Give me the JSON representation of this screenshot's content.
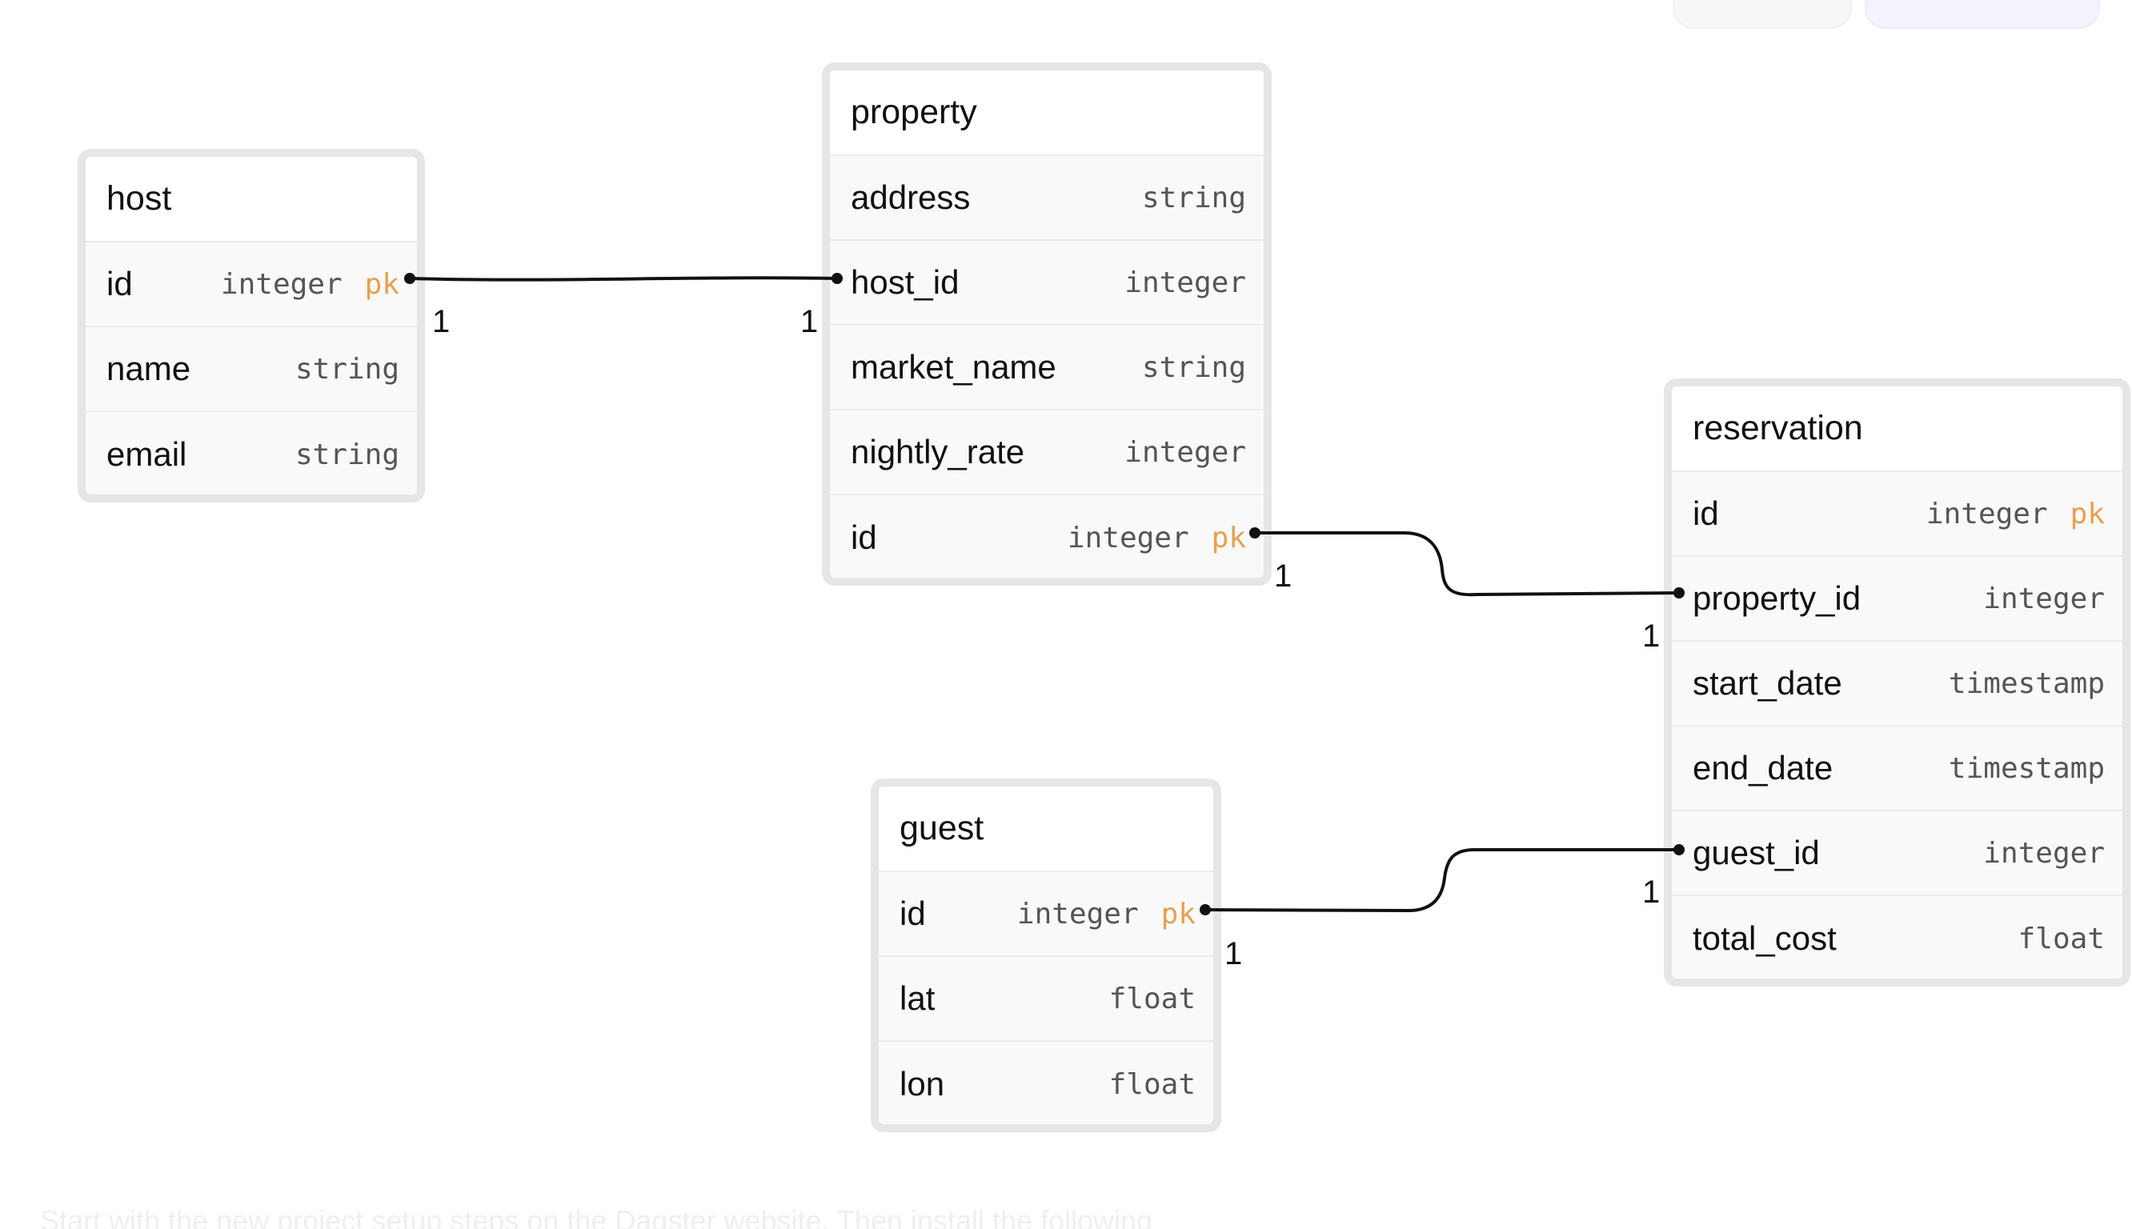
{
  "entities": {
    "host": {
      "title": "host",
      "columns": [
        {
          "name": "id",
          "type": "integer",
          "key": "pk"
        },
        {
          "name": "name",
          "type": "string",
          "key": ""
        },
        {
          "name": "email",
          "type": "string",
          "key": ""
        }
      ]
    },
    "property": {
      "title": "property",
      "columns": [
        {
          "name": "address",
          "type": "string",
          "key": ""
        },
        {
          "name": "host_id",
          "type": "integer",
          "key": ""
        },
        {
          "name": "market_name",
          "type": "string",
          "key": ""
        },
        {
          "name": "nightly_rate",
          "type": "integer",
          "key": ""
        },
        {
          "name": "id",
          "type": "integer",
          "key": "pk"
        }
      ]
    },
    "reservation": {
      "title": "reservation",
      "columns": [
        {
          "name": "id",
          "type": "integer",
          "key": "pk"
        },
        {
          "name": "property_id",
          "type": "integer",
          "key": ""
        },
        {
          "name": "start_date",
          "type": "timestamp",
          "key": ""
        },
        {
          "name": "end_date",
          "type": "timestamp",
          "key": ""
        },
        {
          "name": "guest_id",
          "type": "integer",
          "key": ""
        },
        {
          "name": "total_cost",
          "type": "float",
          "key": ""
        }
      ]
    },
    "guest": {
      "title": "guest",
      "columns": [
        {
          "name": "id",
          "type": "integer",
          "key": "pk"
        },
        {
          "name": "lat",
          "type": "float",
          "key": ""
        },
        {
          "name": "lon",
          "type": "float",
          "key": ""
        }
      ]
    }
  },
  "relationships": [
    {
      "from": "host.id",
      "to": "property.host_id",
      "from_cardinality": "1",
      "to_cardinality": "1"
    },
    {
      "from": "property.id",
      "to": "reservation.property_id",
      "from_cardinality": "1",
      "to_cardinality": "1"
    },
    {
      "from": "guest.id",
      "to": "reservation.guest_id",
      "from_cardinality": "1",
      "to_cardinality": "1"
    }
  ],
  "background_text": "Start with the new project setup steps on the Dagster website. Then install the following"
}
